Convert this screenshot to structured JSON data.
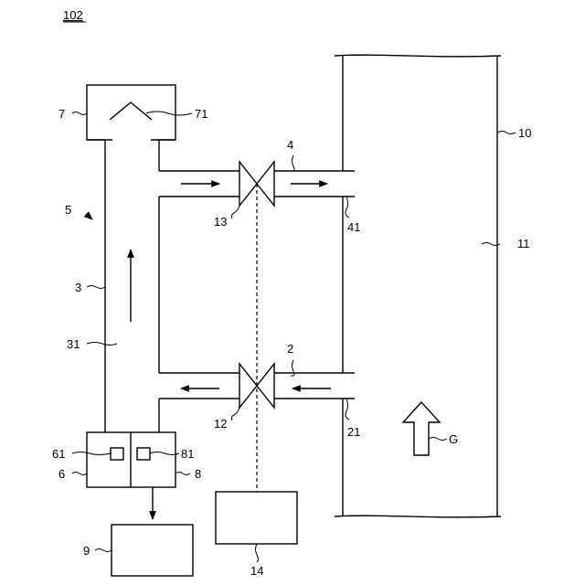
{
  "figure": {
    "number": "102"
  },
  "labels": {
    "l10": "10",
    "l11": "11",
    "l4": "4",
    "l41": "41",
    "l2": "2",
    "l21": "21",
    "l7": "7",
    "l71": "71",
    "l5": "5",
    "l3": "3",
    "l31": "31",
    "l13": "13",
    "l12": "12",
    "l61": "61",
    "l81": "81",
    "l6": "6",
    "l8": "8",
    "l9": "9",
    "l14": "14",
    "lG": "G"
  }
}
